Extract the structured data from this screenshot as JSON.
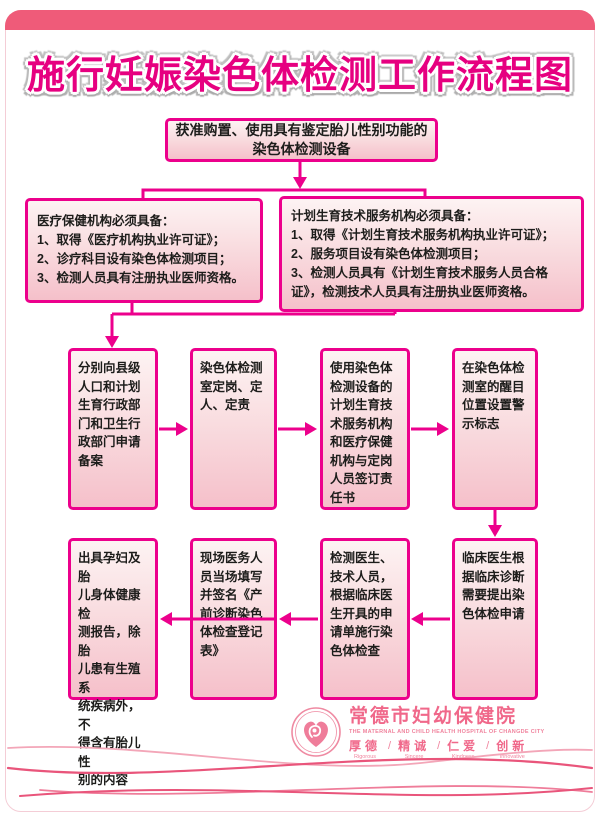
{
  "title": "施行妊娠染色体检测工作流程图",
  "colors": {
    "accent": "#ec008c",
    "title": "#e60080",
    "header_band": "#ef5b79",
    "box_fill_top": "#fdf3f3",
    "box_fill_bottom": "#f5c0ca",
    "box_text": "#1d1d1b",
    "footer_pink": "#f0688a",
    "wave_pink": "#e9557b"
  },
  "flow": {
    "top_box": "获准购置、使用具有鉴定胎儿性别功能的\n染色体检测设备",
    "medical_box": "医疗保健机构必须具备：\n1、取得《医疗机构执业许可证》；\n2、诊疗科目设有染色体检测项目；\n3、检测人员具有注册执业医师资格。",
    "family_planning_box": "计划生育技术服务机构必须具备：\n1、取得《计划生育技术服务机构执业许可证》；\n2、服务项目设有染色体检测项目；\n3、检测人员具有《计划生育技术服务人员合格\n证》，检测技术人员具有注册执业医师资格。",
    "row2": [
      "分别向县级\n人口和计划\n生育行政部\n门和卫生行\n政部门申请\n备案",
      "染色体检测\n室定岗、定\n人、定责",
      "使用染色体\n检测设备的\n计划生育技\n术服务机构\n和医疗保健\n机构与定岗\n人员签订责\n任书",
      "在染色体检\n测室的醒目\n位置设置警\n示标志"
    ],
    "row3": [
      "出具孕妇及胎\n儿身体健康检\n测报告，除胎\n儿患有生殖系\n统疾病外，不\n得含有胎儿性\n别的内容",
      "现场医务人\n员当场填写\n并签名《产\n前诊断染色\n体检查登记\n表》",
      "检测医生、\n技术人员，\n根据临床医\n生开具的申\n请单施行染\n色体检查",
      "临床医生根\n据临床诊断\n需要提出染\n色体检申请"
    ]
  },
  "footer": {
    "hospital_name": "常德市妇幼保健院",
    "hospital_name_en": "THE MATERNAL AND CHILD HEALTH HOSPITAL OF CHANGDE CITY",
    "separator": "/",
    "mottos": [
      {
        "zh": "厚德",
        "en": "Rigorous"
      },
      {
        "zh": "精诚",
        "en": "Sincere"
      },
      {
        "zh": "仁爱",
        "en": "Kindness"
      },
      {
        "zh": "创新",
        "en": "Innovative"
      }
    ]
  }
}
